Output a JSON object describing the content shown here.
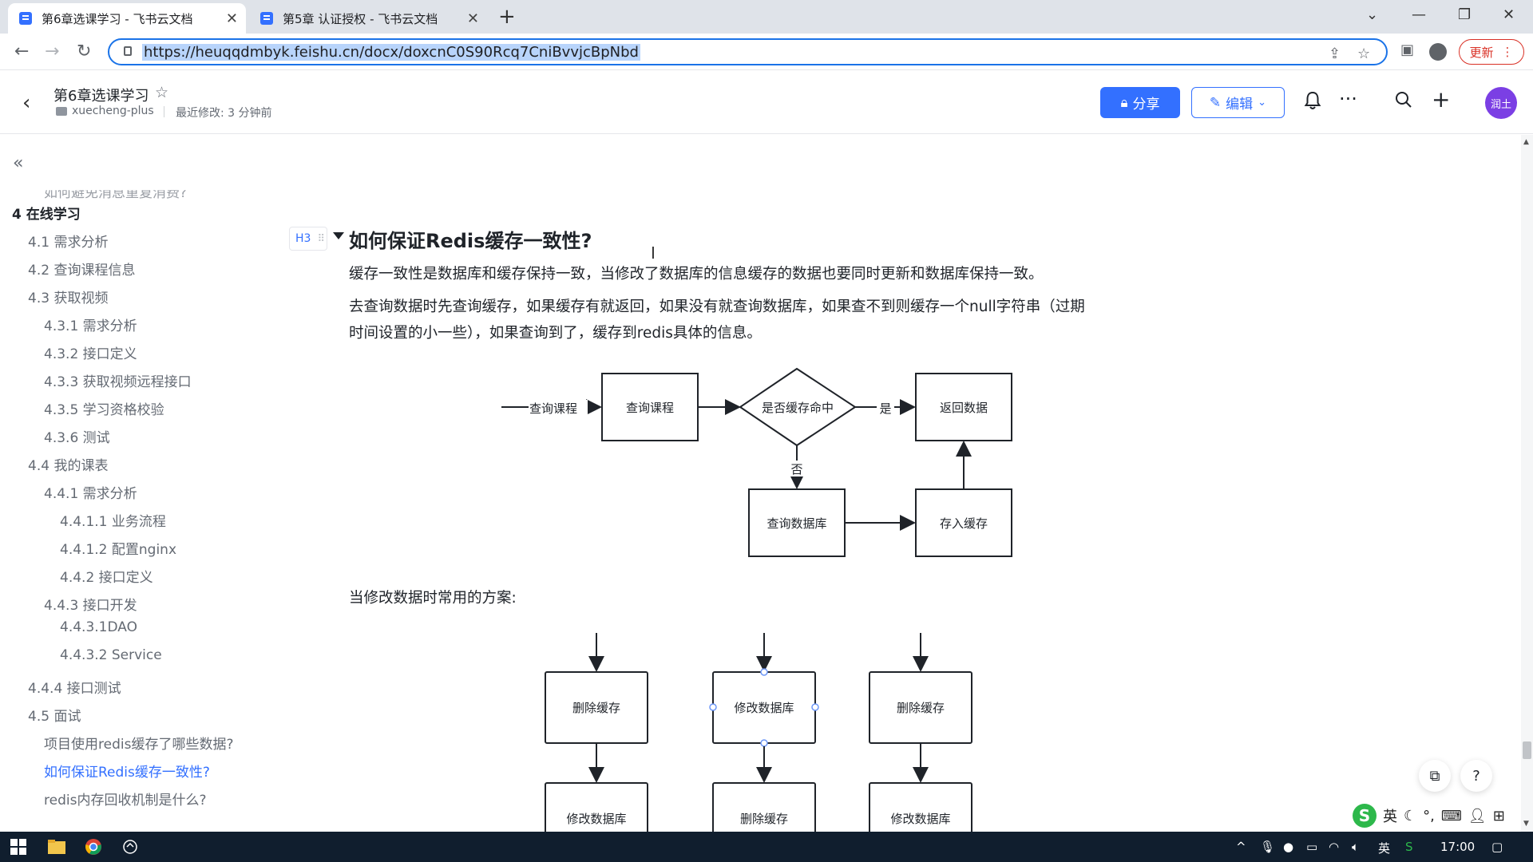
{
  "browser": {
    "tabs": [
      {
        "title": "第6章选课学习 - 飞书云文档",
        "active": true
      },
      {
        "title": "第5章 认证授权 - 飞书云文档",
        "active": false
      }
    ],
    "new_tab": "+",
    "url": "https://heuqqdmbyk.feishu.cn/docx/doxcnC0S90Rcq7CniBvvjcBpNbd",
    "update_label": "更新"
  },
  "header": {
    "doc_title": "第6章选课学习",
    "space_name": "xuecheng-plus",
    "last_modified": "最近修改: 3 分钟前",
    "share_label": "分享",
    "edit_label": "编辑",
    "avatar_text": "润土"
  },
  "sidebar": {
    "cut_item": "如何避免消息重复消费?",
    "items": [
      {
        "label": "4 在线学习",
        "level": 0
      },
      {
        "label": "4.1 需求分析",
        "level": 1
      },
      {
        "label": "4.2 查询课程信息",
        "level": 1
      },
      {
        "label": "4.3 获取视频",
        "level": 1
      },
      {
        "label": "4.3.1 需求分析",
        "level": 2
      },
      {
        "label": "4.3.2 接口定义",
        "level": 2
      },
      {
        "label": "4.3.3 获取视频远程接口",
        "level": 2
      },
      {
        "label": "4.3.5 学习资格校验",
        "level": 2
      },
      {
        "label": "4.3.6 测试",
        "level": 2
      },
      {
        "label": "4.4 我的课表",
        "level": 1
      },
      {
        "label": "4.4.1 需求分析",
        "level": 2
      },
      {
        "label": "4.4.1.1 业务流程",
        "level": 3
      },
      {
        "label": "4.4.1.2 配置nginx",
        "level": 3
      },
      {
        "label": "4.4.2 接口定义",
        "level": 3
      },
      {
        "label": "4.4.3 接口开发",
        "level": 2
      },
      {
        "label": "4.4.3.1DAO",
        "level": 3
      },
      {
        "label": "4.4.3.2 Service",
        "level": 3
      },
      {
        "label": "4.4.4 接口测试",
        "level": 1
      },
      {
        "label": "4.5 面试",
        "level": 1
      },
      {
        "label": "项目使用redis缓存了哪些数据?",
        "level": 2
      },
      {
        "label": "如何保证Redis缓存一致性?",
        "level": 2,
        "current": true
      },
      {
        "label": "redis内存回收机制是什么?",
        "level": 2
      }
    ]
  },
  "doc": {
    "heading_badge": "H3",
    "heading": "如何保证Redis缓存一致性?",
    "para1": "缓存一致性是数据库和缓存保持一致，当修改了数据库的信息缓存的数据也要同时更新和数据库保持一致。",
    "para2_line1": "去查询数据时先查询缓存，如果缓存有就返回，如果没有就查询数据库，如果查不到则缓存一个null字符串（过期",
    "para2_line2": "时间设置的小一些），如果查询到了，缓存到redis具体的信息。",
    "para3": "当修改数据时常用的方案:"
  },
  "flowchart1": {
    "entry_label": "查询课程",
    "n_query_course": "查询课程",
    "n_cache_hit": "是否缓存命中",
    "yes_label": "是",
    "n_return": "返回数据",
    "no_label": "否",
    "n_query_db": "查询数据库",
    "n_store_cache": "存入缓存"
  },
  "flowchart2": {
    "col1_top": "删除缓存",
    "col1_bottom": "修改数据库",
    "col2_top": "修改数据库",
    "col2_bottom": "删除缓存",
    "col3_top": "删除缓存",
    "col3_bottom": "修改数据库"
  },
  "ime": {
    "mode": "英"
  },
  "taskbar": {
    "time": "17:00",
    "lang": "英"
  }
}
